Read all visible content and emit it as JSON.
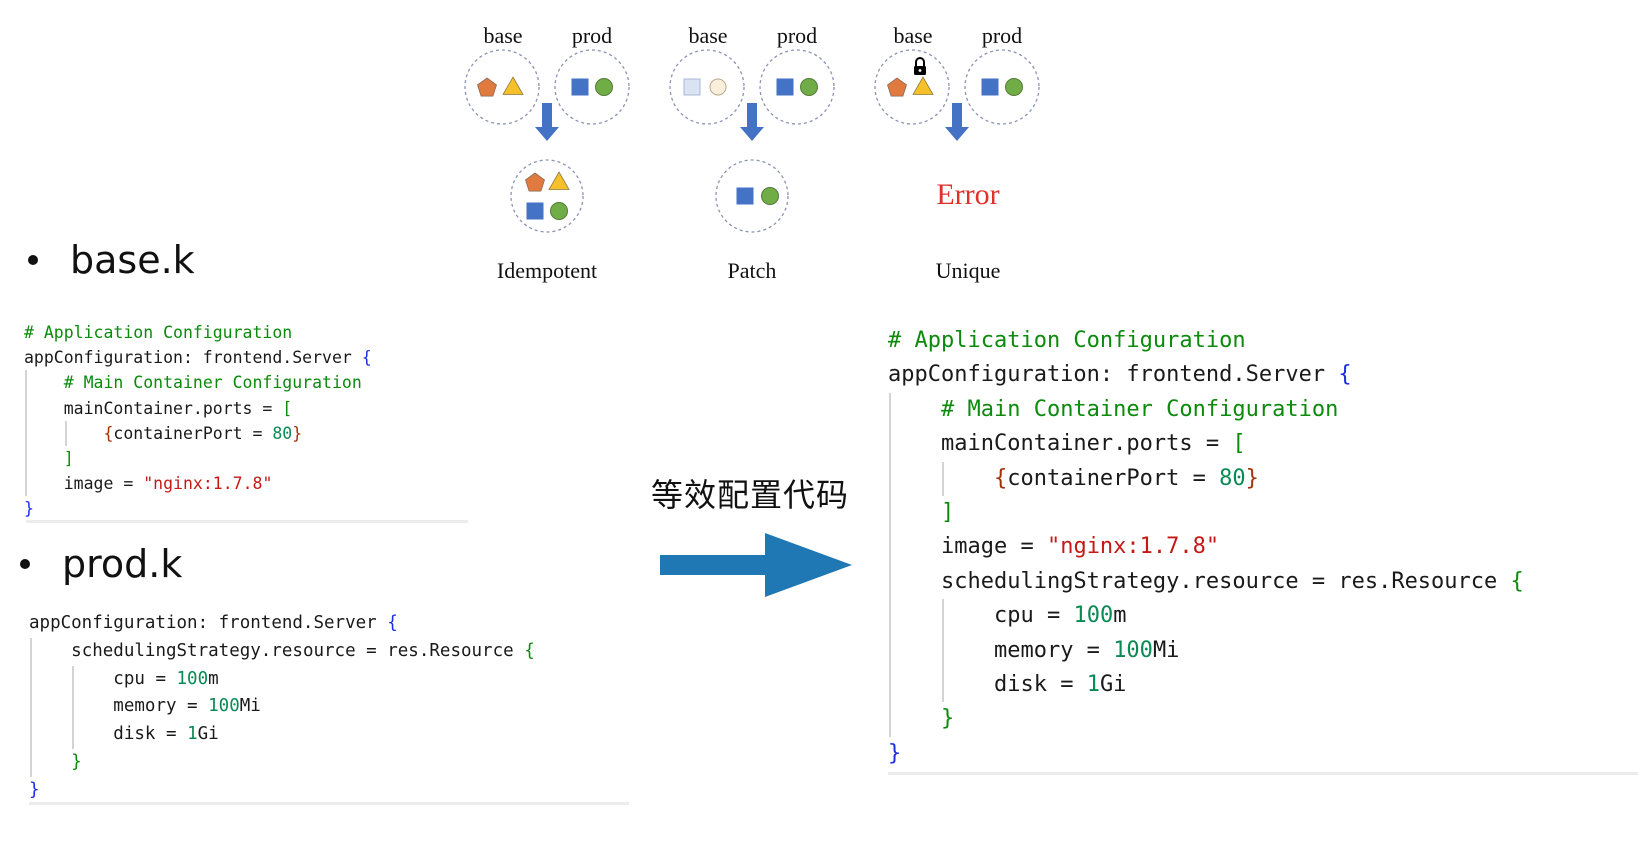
{
  "diagram": {
    "panels": [
      {
        "id": "idempotent",
        "left_label": "base",
        "right_label": "prod",
        "base_shapes": [
          "orange-pentagon",
          "yellow-triangle"
        ],
        "prod_shapes": [
          "blue-square",
          "green-circle"
        ],
        "base_locked": false,
        "result_shapes": [
          "orange-pentagon",
          "yellow-triangle",
          "blue-square",
          "green-circle"
        ],
        "result_text": "",
        "caption": "Idempotent"
      },
      {
        "id": "patch",
        "left_label": "base",
        "right_label": "prod",
        "base_shapes": [
          "pale-blue-square",
          "pale-cream-circle"
        ],
        "prod_shapes": [
          "blue-square",
          "green-circle"
        ],
        "base_locked": false,
        "result_shapes": [
          "blue-square",
          "green-circle"
        ],
        "result_text": "",
        "caption": "Patch"
      },
      {
        "id": "unique",
        "left_label": "base",
        "right_label": "prod",
        "base_shapes": [
          "orange-pentagon",
          "yellow-triangle"
        ],
        "prod_shapes": [
          "blue-square",
          "green-circle"
        ],
        "base_locked": true,
        "lock_icon": "lock-icon",
        "result_shapes": [],
        "result_text": "Error",
        "caption": "Unique"
      }
    ],
    "colors": {
      "orange": "#e07a3f",
      "yellow": "#f5c02a",
      "blue": "#4472c4",
      "green": "#70ad47",
      "pale_blue": "#dae3f3",
      "pale_cream": "#fbefdc",
      "dashed_circle": "#8a94b3",
      "arrow": "#4472c4",
      "error": "#e0302c"
    }
  },
  "bullets": {
    "base": "base.k",
    "prod": "prod.k"
  },
  "equivalence": {
    "label": "等效配置代码",
    "arrow_icon": "right-arrow-icon",
    "arrow_color": "#1f77b4"
  },
  "code": {
    "base": [
      {
        "indent": 0,
        "tokens": [
          {
            "t": "# Application Configuration",
            "c": "comment"
          }
        ]
      },
      {
        "indent": 0,
        "tokens": [
          {
            "t": "appConfiguration: frontend.Server ",
            "c": ""
          },
          {
            "t": "{",
            "c": "blue"
          }
        ]
      },
      {
        "indent": 1,
        "tokens": [
          {
            "t": "# Main Container Configuration",
            "c": "comment"
          }
        ]
      },
      {
        "indent": 1,
        "tokens": [
          {
            "t": "mainContainer.ports = ",
            "c": ""
          },
          {
            "t": "[",
            "c": "green"
          }
        ]
      },
      {
        "indent": 2,
        "tokens": [
          {
            "t": "{",
            "c": "brown"
          },
          {
            "t": "containerPort = ",
            "c": ""
          },
          {
            "t": "80",
            "c": "num"
          },
          {
            "t": "}",
            "c": "brown"
          }
        ]
      },
      {
        "indent": 1,
        "tokens": [
          {
            "t": "]",
            "c": "green"
          }
        ]
      },
      {
        "indent": 1,
        "tokens": [
          {
            "t": "image = ",
            "c": ""
          },
          {
            "t": "\"nginx:1.7.8\"",
            "c": "str"
          }
        ]
      },
      {
        "indent": 0,
        "tokens": [
          {
            "t": "}",
            "c": "blue"
          }
        ]
      }
    ],
    "prod": [
      {
        "indent": 0,
        "tokens": [
          {
            "t": "appConfiguration: frontend.Server ",
            "c": ""
          },
          {
            "t": "{",
            "c": "blue"
          }
        ]
      },
      {
        "indent": 1,
        "tokens": [
          {
            "t": "schedulingStrategy.resource = res.Resource ",
            "c": ""
          },
          {
            "t": "{",
            "c": "green"
          }
        ]
      },
      {
        "indent": 2,
        "tokens": [
          {
            "t": "cpu = ",
            "c": ""
          },
          {
            "t": "100",
            "c": "num"
          },
          {
            "t": "m",
            "c": ""
          }
        ]
      },
      {
        "indent": 2,
        "tokens": [
          {
            "t": "memory = ",
            "c": ""
          },
          {
            "t": "100",
            "c": "num"
          },
          {
            "t": "Mi",
            "c": ""
          }
        ]
      },
      {
        "indent": 2,
        "tokens": [
          {
            "t": "disk = ",
            "c": ""
          },
          {
            "t": "1",
            "c": "num"
          },
          {
            "t": "Gi",
            "c": ""
          }
        ]
      },
      {
        "indent": 1,
        "tokens": [
          {
            "t": "}",
            "c": "green"
          }
        ]
      },
      {
        "indent": 0,
        "tokens": [
          {
            "t": "}",
            "c": "blue"
          }
        ]
      }
    ],
    "merged": [
      {
        "indent": 0,
        "tokens": [
          {
            "t": "# Application Configuration",
            "c": "comment"
          }
        ]
      },
      {
        "indent": 0,
        "tokens": [
          {
            "t": "appConfiguration: frontend.Server ",
            "c": ""
          },
          {
            "t": "{",
            "c": "blue"
          }
        ]
      },
      {
        "indent": 1,
        "tokens": [
          {
            "t": "# Main Container Configuration",
            "c": "comment"
          }
        ]
      },
      {
        "indent": 1,
        "tokens": [
          {
            "t": "mainContainer.ports = ",
            "c": ""
          },
          {
            "t": "[",
            "c": "green"
          }
        ]
      },
      {
        "indent": 2,
        "tokens": [
          {
            "t": "{",
            "c": "brown"
          },
          {
            "t": "containerPort = ",
            "c": ""
          },
          {
            "t": "80",
            "c": "num"
          },
          {
            "t": "}",
            "c": "brown"
          }
        ]
      },
      {
        "indent": 1,
        "tokens": [
          {
            "t": "]",
            "c": "green"
          }
        ]
      },
      {
        "indent": 1,
        "tokens": [
          {
            "t": "image = ",
            "c": ""
          },
          {
            "t": "\"nginx:1.7.8\"",
            "c": "str"
          }
        ]
      },
      {
        "indent": 1,
        "tokens": [
          {
            "t": "schedulingStrategy.resource = res.Resource ",
            "c": ""
          },
          {
            "t": "{",
            "c": "green"
          }
        ]
      },
      {
        "indent": 2,
        "tokens": [
          {
            "t": "cpu = ",
            "c": ""
          },
          {
            "t": "100",
            "c": "num"
          },
          {
            "t": "m",
            "c": ""
          }
        ]
      },
      {
        "indent": 2,
        "tokens": [
          {
            "t": "memory = ",
            "c": ""
          },
          {
            "t": "100",
            "c": "num"
          },
          {
            "t": "Mi",
            "c": ""
          }
        ]
      },
      {
        "indent": 2,
        "tokens": [
          {
            "t": "disk = ",
            "c": ""
          },
          {
            "t": "1",
            "c": "num"
          },
          {
            "t": "Gi",
            "c": ""
          }
        ]
      },
      {
        "indent": 1,
        "tokens": [
          {
            "t": "}",
            "c": "green"
          }
        ]
      },
      {
        "indent": 0,
        "tokens": [
          {
            "t": "}",
            "c": "blue"
          }
        ]
      }
    ]
  }
}
